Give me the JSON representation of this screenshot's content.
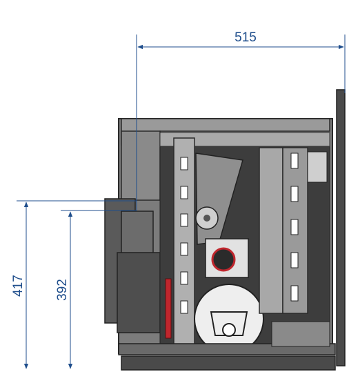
{
  "dimensions": {
    "width_label": "515",
    "height_outer_label": "417",
    "height_inner_label": "392"
  },
  "colors": {
    "dimension_line": "#1f4e8c",
    "frame_dark": "#3a3a3a",
    "panel_gray": "#8e8e8e",
    "panel_light": "#d6d6d6",
    "accent_red": "#c0262d"
  }
}
